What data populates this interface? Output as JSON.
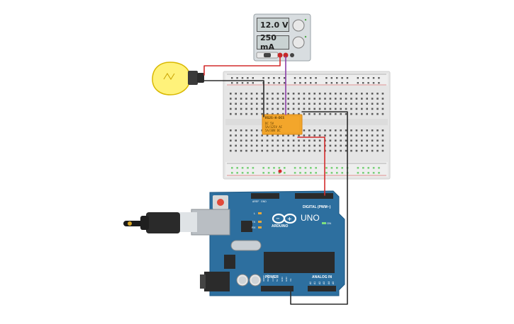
{
  "power_supply": {
    "voltage": "12.0 V",
    "current": "250 mA"
  },
  "relay": {
    "label": "RS25-H-DC5",
    "spec_lines": [
      "DC 5V",
      "5A/125V AC",
      "5A/30V DC"
    ]
  },
  "arduino": {
    "brand": "ARDUINO",
    "model": "UNO",
    "digital_header": "DIGITAL (PWM~)",
    "power_header": "POWER",
    "analog_header": "ANALOG IN",
    "on_label": "ON",
    "led_labels": [
      "L",
      "TX",
      "RX"
    ],
    "power_pins": [
      "IOREF",
      "RESET",
      "3.3V",
      "5V",
      "GND",
      "GND",
      "Vin"
    ],
    "analog_pins": [
      "A0",
      "A1",
      "A2",
      "A3",
      "A4",
      "A5"
    ],
    "aref_label": "AREF",
    "gnd_label": "GND"
  },
  "colors": {
    "board": "#2d6f9f",
    "relay": "#f3a62b",
    "wire_red": "#d42b2b",
    "wire_purple": "#8b3fa8",
    "wire_dark": "#2b2b2b"
  }
}
